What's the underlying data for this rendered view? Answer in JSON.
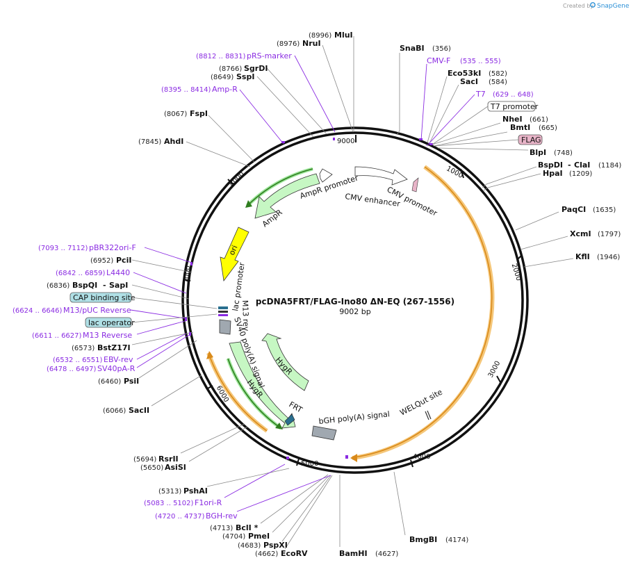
{
  "credit": {
    "prefix": "Created by",
    "brand": "SnapGene"
  },
  "plasmid": {
    "name": "pcDNA5FRT/FLAG-Ino80 ΔN-EQ  (267-1556)",
    "size_label": "9002 bp",
    "length": 9002
  },
  "colors": {
    "backbone": "#111111",
    "enzyme_leader": "#888888",
    "primer": "#8a2be2",
    "cds": "#c6f7c3",
    "orange": "#f5a623",
    "ori": "#ffff00",
    "feature_box": "#b0e0e6"
  },
  "ticks": [
    "1000",
    "2000",
    "3000",
    "4000",
    "5000",
    "6000",
    "7000",
    "8000",
    "9000"
  ],
  "enzymes": [
    {
      "name": "SnaBI",
      "pos": "(356)"
    },
    {
      "name": "Eco53kI",
      "pos": "(582)"
    },
    {
      "name": "SacI",
      "pos": "(584)"
    },
    {
      "name": "NheI",
      "pos": "(661)"
    },
    {
      "name": "BmtI",
      "pos": "(665)"
    },
    {
      "name": "BlpI",
      "pos": "(748)"
    },
    {
      "name": "BspDI",
      "pos": "(1184)",
      "name2": "ClaI"
    },
    {
      "name": "HpaI",
      "pos": "(1209)"
    },
    {
      "name": "PaqCI",
      "pos": "(1635)"
    },
    {
      "name": "XcmI",
      "pos": "(1797)"
    },
    {
      "name": "KflI",
      "pos": "(1946)"
    },
    {
      "name": "BmgBI",
      "pos": "(4174)"
    },
    {
      "name": "BamHI",
      "pos": "(4627)"
    },
    {
      "name": "EcoRV",
      "pos": "(4662)"
    },
    {
      "name": "PspXI",
      "pos": "(4683)"
    },
    {
      "name": "PmeI",
      "pos": "(4704)"
    },
    {
      "name": "BclI *",
      "pos": "(4713)"
    },
    {
      "name": "PshAI",
      "pos": "(5313)"
    },
    {
      "name": "AsiSI",
      "pos": "(5650)"
    },
    {
      "name": "RsrII",
      "pos": "(5694)"
    },
    {
      "name": "SacII",
      "pos": "(6066)"
    },
    {
      "name": "PsiI",
      "pos": "(6460)"
    },
    {
      "name": "BstZ17I",
      "pos": "(6573)"
    },
    {
      "name": "BspQI",
      "pos": "(6836)",
      "name2": "SapI"
    },
    {
      "name": "PciI",
      "pos": "(6952)"
    },
    {
      "name": "AhdI",
      "pos": "(7845)"
    },
    {
      "name": "FspI",
      "pos": "(8067)"
    },
    {
      "name": "SspI",
      "pos": "(8649)"
    },
    {
      "name": "SgrDI",
      "pos": "(8766)"
    },
    {
      "name": "NruI",
      "pos": "(8976)"
    },
    {
      "name": "MluI",
      "pos": "(8996)"
    }
  ],
  "primers": [
    {
      "name": "CMV-F",
      "pos": "(535 .. 555)"
    },
    {
      "name": "T7",
      "pos": "(629 .. 648)"
    },
    {
      "name": "F1ori-R",
      "pos": "(5083 .. 5102)"
    },
    {
      "name": "BGH-rev",
      "pos": "(4720 .. 4737)"
    },
    {
      "name": "EBV-rev",
      "pos": "(6532 .. 6551)"
    },
    {
      "name": "SV40pA-R",
      "pos": "(6478 .. 6497)"
    },
    {
      "name": "M13 Reverse",
      "pos": "(6611 .. 6627)"
    },
    {
      "name": "M13/pUC Reverse",
      "pos": "(6624 .. 6646)"
    },
    {
      "name": "L4440",
      "pos": "(6842 .. 6859)"
    },
    {
      "name": "pBR322ori-F",
      "pos": "(7093 .. 7112)"
    },
    {
      "name": "Amp-R",
      "pos": "(8395 .. 8414)"
    },
    {
      "name": "pRS-marker",
      "pos": "(8812 .. 8831)"
    }
  ],
  "boxed_features": [
    {
      "name": "T7 promoter"
    },
    {
      "name": "FLAG"
    },
    {
      "name": "CAP binding site"
    },
    {
      "name": "lac operator"
    }
  ],
  "features": [
    {
      "name": "AmpR promoter"
    },
    {
      "name": "CMV enhancer"
    },
    {
      "name": "CMV promoter"
    },
    {
      "name": "AmpR"
    },
    {
      "name": "ori"
    },
    {
      "name": "lac promoter"
    },
    {
      "name": "M13 rev"
    },
    {
      "name": "SV40 poly(A) signal"
    },
    {
      "name": "HygR"
    },
    {
      "name": "HygR"
    },
    {
      "name": "FRT"
    },
    {
      "name": "bGH poly(A) signal"
    },
    {
      "name": "WELQut site"
    }
  ]
}
